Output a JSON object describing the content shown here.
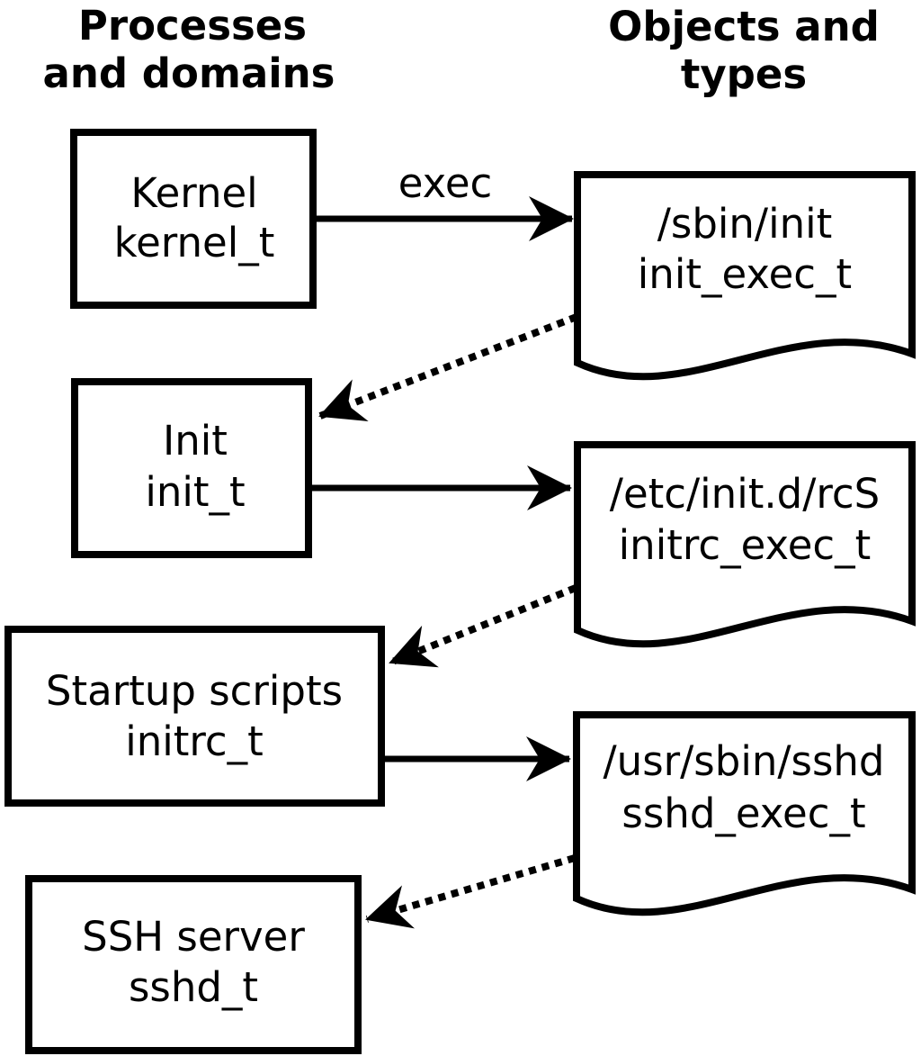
{
  "page": {
    "background": "#ffffff",
    "foreground": "#000000"
  },
  "headers": {
    "left": {
      "line1": "Processes",
      "line2": "and domains"
    },
    "right": {
      "line1": "Objects and",
      "line2": "types"
    }
  },
  "processes": [
    {
      "label": "Kernel",
      "domain": "kernel_t"
    },
    {
      "label": "Init",
      "domain": "init_t"
    },
    {
      "label": "Startup scripts",
      "domain": "initrc_t"
    },
    {
      "label": "SSH server",
      "domain": "sshd_t"
    }
  ],
  "objects": [
    {
      "path": "/sbin/init",
      "type": "init_exec_t"
    },
    {
      "path": "/etc/init.d/rcS",
      "type": "initrc_exec_t"
    },
    {
      "path": "/usr/sbin/sshd",
      "type": "sshd_exec_t"
    }
  ],
  "edges": {
    "exec_label": "exec"
  }
}
